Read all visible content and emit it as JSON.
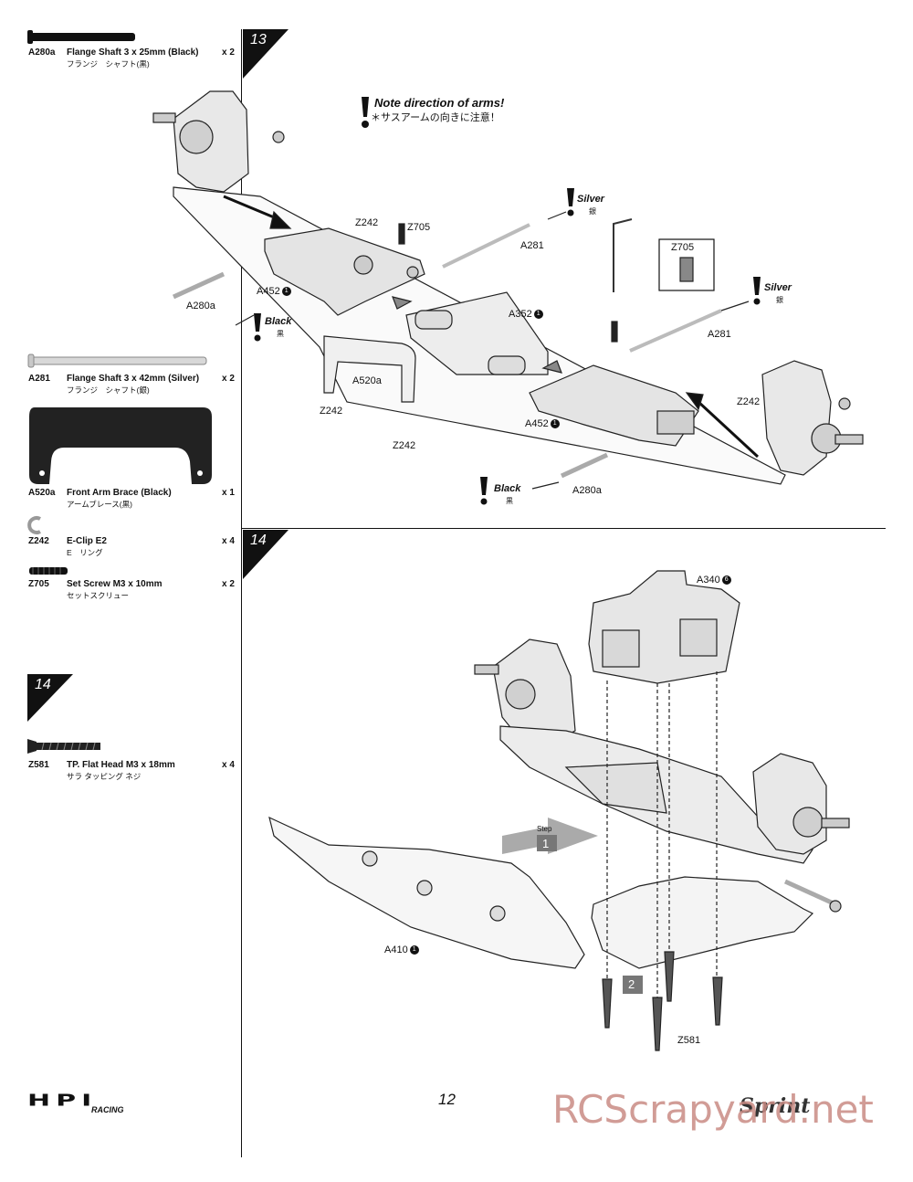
{
  "parts_list": {
    "step13": [
      {
        "code": "A280a",
        "name": "Flange Shaft 3 x 25mm (Black)",
        "jp": "フランジ　シャフト(黒)",
        "qty": "x 2"
      },
      {
        "code": "A281",
        "name": "Flange Shaft 3 x 42mm (Silver)",
        "jp": "フランジ　シャフト(銀)",
        "qty": "x 2"
      },
      {
        "code": "A520a",
        "name": "Front Arm Brace (Black)",
        "jp": "アームブレース(黒)",
        "qty": "x 1"
      },
      {
        "code": "Z242",
        "name": "E-Clip E2",
        "jp": "E　リング",
        "qty": "x 4"
      },
      {
        "code": "Z705",
        "name": "Set Screw M3 x 10mm",
        "jp": "セットスクリュー",
        "qty": "x 2"
      }
    ],
    "step14_label": "14",
    "step14": [
      {
        "code": "Z581",
        "name": "TP. Flat Head M3 x 18mm",
        "jp": "サラ タッピング ネジ",
        "qty": "x 4"
      }
    ]
  },
  "step13": {
    "number": "13",
    "note_en": "Note direction of arms!",
    "note_jp": "＊サスアームの向きに注意！",
    "silver_label": "Silver",
    "silver_jp": "銀",
    "black_label": "Black",
    "black_jp": "黒",
    "callouts": {
      "z242": "Z242",
      "z705": "Z705",
      "a281": "A281",
      "a452": "A452",
      "a352": "A352",
      "a280a": "A280a",
      "a520a": "A520a",
      "circled_1": "1"
    }
  },
  "step14": {
    "number": "14",
    "a340": "A340",
    "circled_6": "6",
    "a410": "A410",
    "circled_1": "1",
    "z581": "Z581",
    "step_word": "Step",
    "step1": "1",
    "step2": "2"
  },
  "footer": {
    "page_number": "12",
    "brand_logo_text": "HPI",
    "brand_sub": "RACING",
    "product_logo_text": "Sprint",
    "watermark": "RCScrapyard.net"
  }
}
